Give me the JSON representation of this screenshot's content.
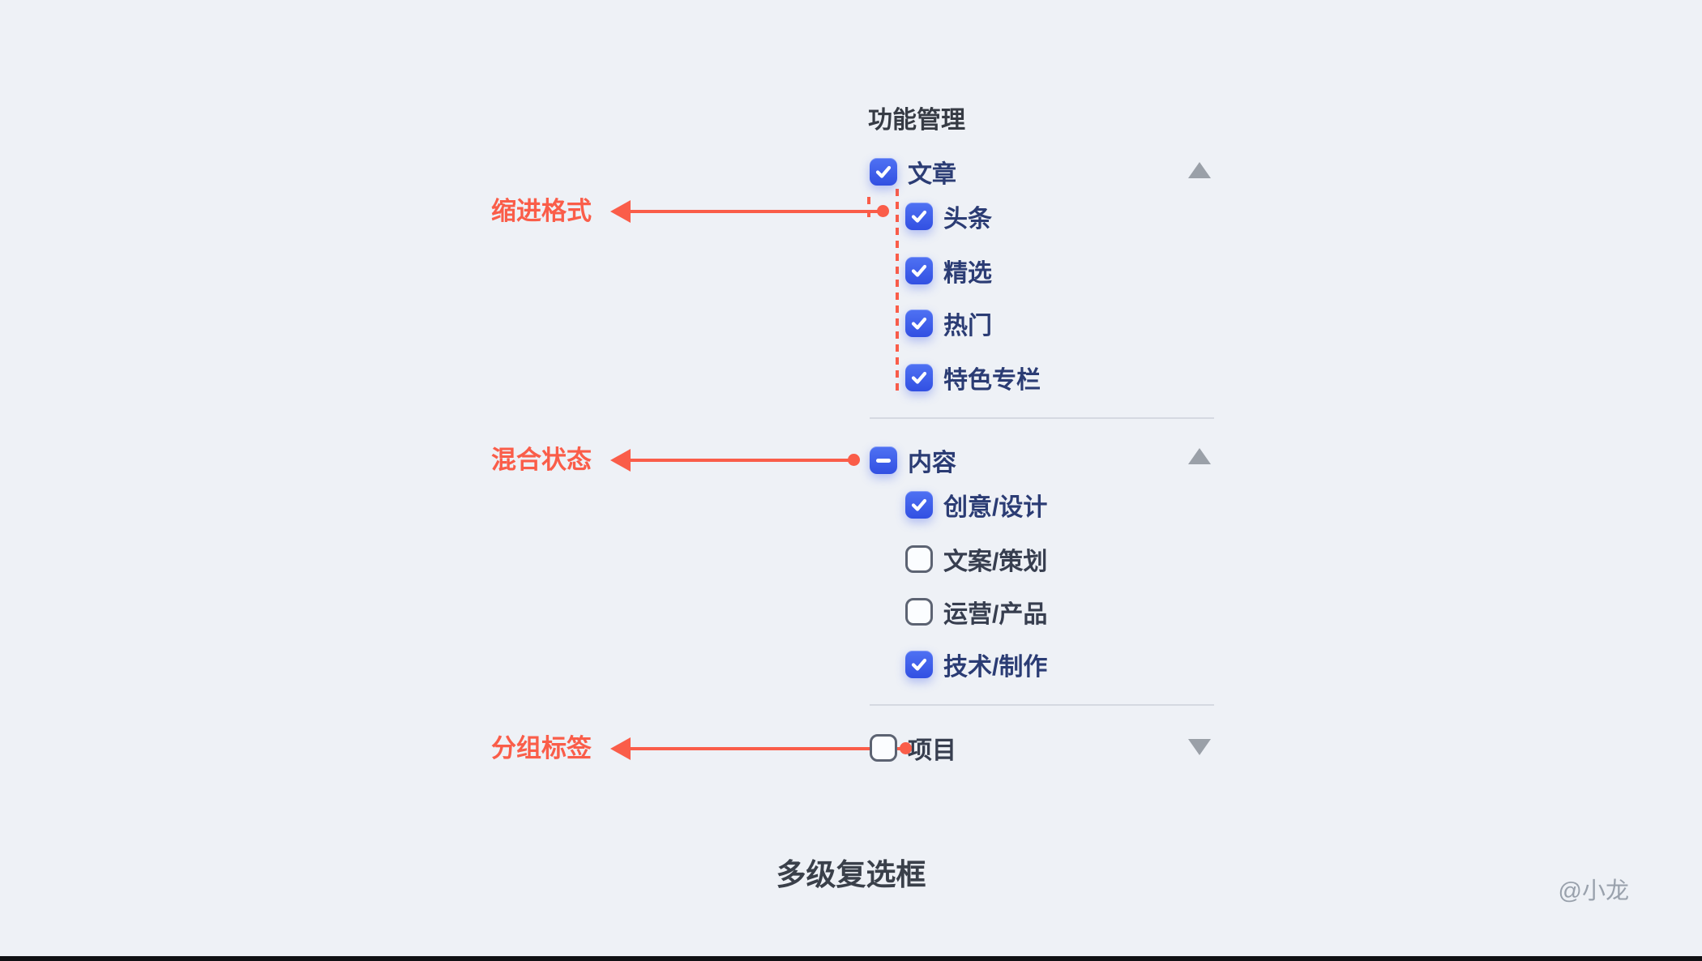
{
  "page": {
    "title": "功能管理",
    "caption": "多级复选框",
    "watermark": "@小龙"
  },
  "colors": {
    "background": "#eef1f6",
    "annotation_red": "#fa5d49",
    "checkbox_blue_top": "#4f72f3",
    "checkbox_blue_bottom": "#3250e2",
    "checked_label_text": "#2b3c74",
    "unchecked_label_text": "#373e4f",
    "unchecked_border": "#5c6372",
    "title_text": "#363b44",
    "caption_text": "#3a404a",
    "triangle_gray": "#9aa0a8",
    "divider": "#d5d9e1",
    "watermark_gray": "#99a1ac",
    "bottom_bar": "#101114"
  },
  "annotations": [
    {
      "label": "缩进格式"
    },
    {
      "label": "混合状态"
    },
    {
      "label": "分组标签"
    }
  ],
  "tree": {
    "groups": [
      {
        "label": "文章",
        "state": "checked",
        "expanded": true,
        "expand_icon": "triangle-up",
        "children": [
          {
            "label": "头条",
            "state": "checked"
          },
          {
            "label": "精选",
            "state": "checked"
          },
          {
            "label": "热门",
            "state": "checked"
          },
          {
            "label": "特色专栏",
            "state": "checked"
          }
        ]
      },
      {
        "label": "内容",
        "state": "indeterminate",
        "expanded": true,
        "expand_icon": "triangle-up",
        "children": [
          {
            "label": "创意/设计",
            "state": "checked"
          },
          {
            "label": "文案/策划",
            "state": "unchecked"
          },
          {
            "label": "运营/产品",
            "state": "unchecked"
          },
          {
            "label": "技术/制作",
            "state": "checked"
          }
        ]
      },
      {
        "label": "项目",
        "state": "unchecked",
        "expanded": false,
        "expand_icon": "triangle-down",
        "children": []
      }
    ]
  }
}
